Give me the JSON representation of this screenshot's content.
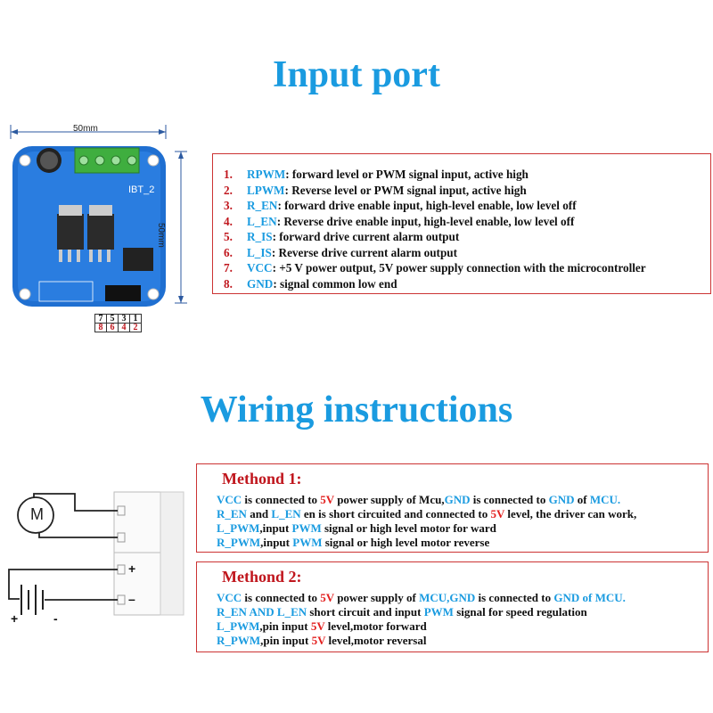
{
  "sections": {
    "input_port_title": "Input port",
    "wiring_title": "Wiring instructions"
  },
  "board": {
    "width_label": "50mm",
    "height_label": "50mm",
    "name": "IBT_2",
    "pin_row_top": [
      "7",
      "5",
      "3",
      "1"
    ],
    "pin_row_bottom": [
      "8",
      "6",
      "4",
      "2"
    ]
  },
  "pins": [
    {
      "num": "1.",
      "key": "RPWM",
      "desc": ": forward level or PWM signal input, active high"
    },
    {
      "num": "2.",
      "key": "LPWM",
      "desc": ": Reverse level or PWM signal input, active high"
    },
    {
      "num": "3.",
      "key": "R_EN",
      "desc": ": forward drive enable input, high-level enable, low level off"
    },
    {
      "num": "4.",
      "key": "L_EN",
      "desc": ": Reverse drive enable input, high-level enable, low level off"
    },
    {
      "num": "5.",
      "key": "R_IS",
      "desc": ": forward drive current alarm output"
    },
    {
      "num": "6.",
      "key": "L_IS",
      "desc": ": Reverse drive current alarm output"
    },
    {
      "num": "7.",
      "key": "VCC",
      "desc": ": +5 V power output, 5V power supply connection with the microcontroller"
    },
    {
      "num": "8.",
      "key": "GND",
      "desc": ": signal common low end"
    }
  ],
  "method1": {
    "title": "Methond 1:",
    "l1": {
      "a": "VCC",
      "b": " is connected to ",
      "c": "5V",
      "d": " power supply of Mcu,",
      "e": "GND",
      "f": " is connected to ",
      "g": "GND",
      "h": " of ",
      "i": "MCU."
    },
    "l2": {
      "a": "R_EN",
      "b": " and ",
      "c": "L_EN",
      "d": " en is short circuited and connected to ",
      "e": "5V",
      "f": " level, the driver can work,"
    },
    "l3": {
      "a": "L_PWM",
      "b": ",input ",
      "c": "PWM",
      "d": " signal or high level motor for ward"
    },
    "l4": {
      "a": "R_PWM",
      "b": ",input ",
      "c": "PWM",
      "d": " signal or high level motor reverse"
    }
  },
  "method2": {
    "title": "Methond 2:",
    "l1": {
      "a": "VCC",
      "b": " is connected to ",
      "c": "5V",
      "d": " power supply of ",
      "e": "MCU,GND",
      "f": " is connected to ",
      "g": "GND of MCU."
    },
    "l2": {
      "a": "R_EN AND L_EN",
      "b": " short circuit and input ",
      "c": "PWM",
      "d": " signal for speed regulation"
    },
    "l3": {
      "a": "L_PWM",
      "b": ",pin input ",
      "c": "5V",
      "d": " level,motor forward"
    },
    "l4": {
      "a": "R_PWM",
      "b": ",pin input ",
      "c": "5V",
      "d": " level,motor reversal"
    }
  },
  "wiring": {
    "motor_label": "M",
    "plus": "+",
    "minus": "-",
    "term_plus": "+",
    "term_minus": "–"
  },
  "colors": {
    "heading": "#1a9be0",
    "number": "#c0161d",
    "border": "#cc3333",
    "board": "#1f6fd1"
  }
}
